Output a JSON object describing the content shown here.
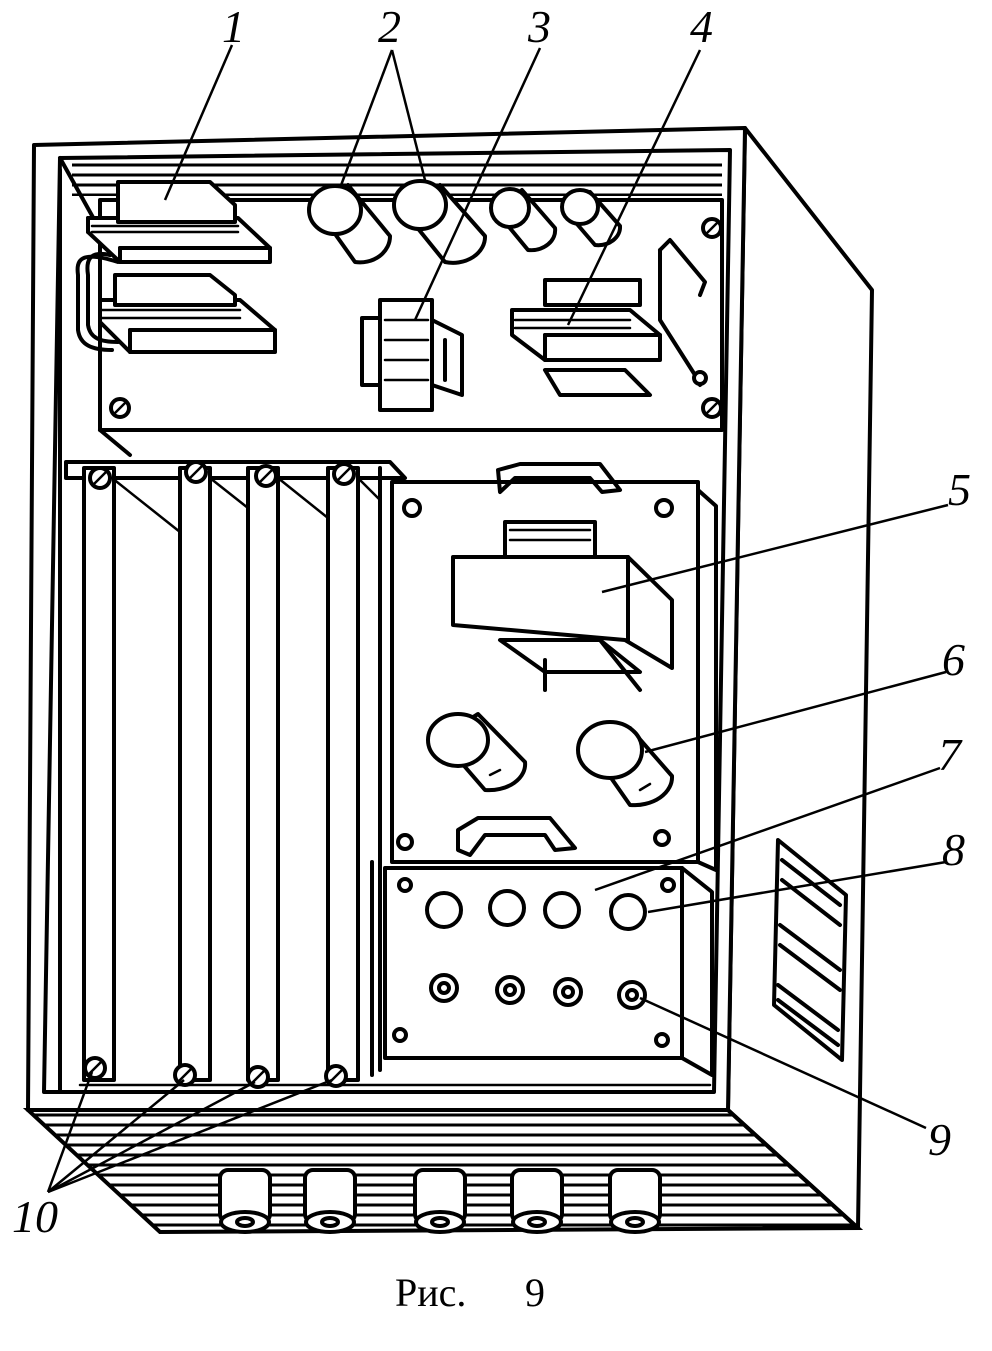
{
  "labels": {
    "l1": "1",
    "l2": "2",
    "l3": "3",
    "l4": "4",
    "l5": "5",
    "l6": "6",
    "l7": "7",
    "l8": "8",
    "l9": "9",
    "l10": "10"
  },
  "caption": {
    "prefix": "Рис.",
    "number": "9"
  }
}
